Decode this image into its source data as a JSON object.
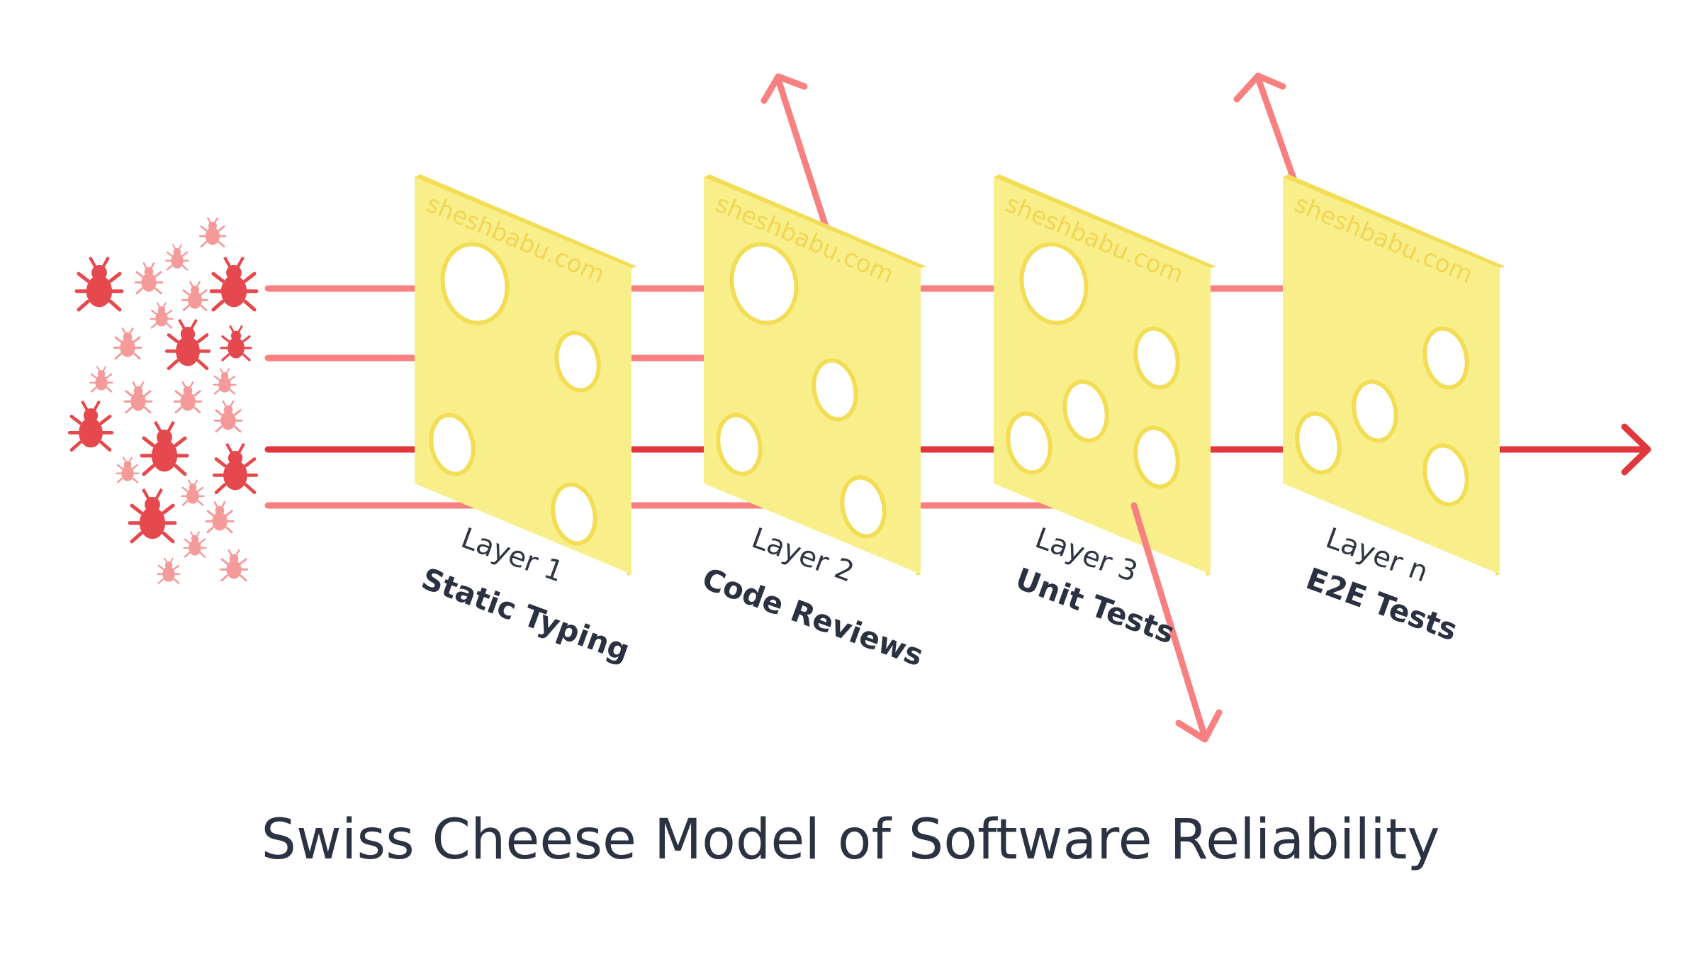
{
  "title": "Swiss Cheese Model of Software Reliability",
  "watermark": "sheshbabu.com",
  "layers": [
    {
      "number": "Layer 1",
      "name": "Static Typing"
    },
    {
      "number": "Layer 2",
      "name": "Code Reviews"
    },
    {
      "number": "Layer 3",
      "name": "Unit Tests"
    },
    {
      "number": "Layer n",
      "name": "E2E Tests"
    }
  ],
  "colors": {
    "bug_dark": "#e5484d",
    "bug_light": "#f59a9a",
    "arrow_dark": "#e0373d",
    "arrow_light": "#f88080",
    "cheese_face": "#f8ef8a",
    "cheese_side": "#f2dd55",
    "text": "#2b3343"
  }
}
